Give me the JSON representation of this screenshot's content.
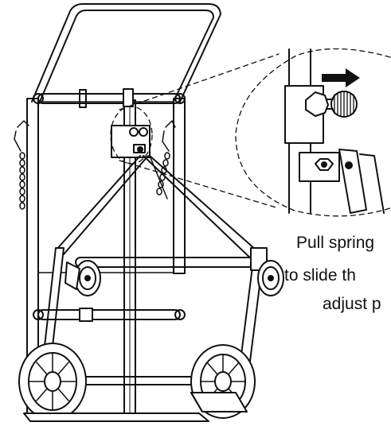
{
  "caption": {
    "line1": "Pull spring",
    "line2": "to slide th",
    "line3": "adjust p"
  },
  "colors": {
    "ink": "#111111",
    "background": "#ffffff",
    "arrow": "#111111"
  },
  "icons": {
    "direction_arrow": "arrow-right-icon"
  }
}
